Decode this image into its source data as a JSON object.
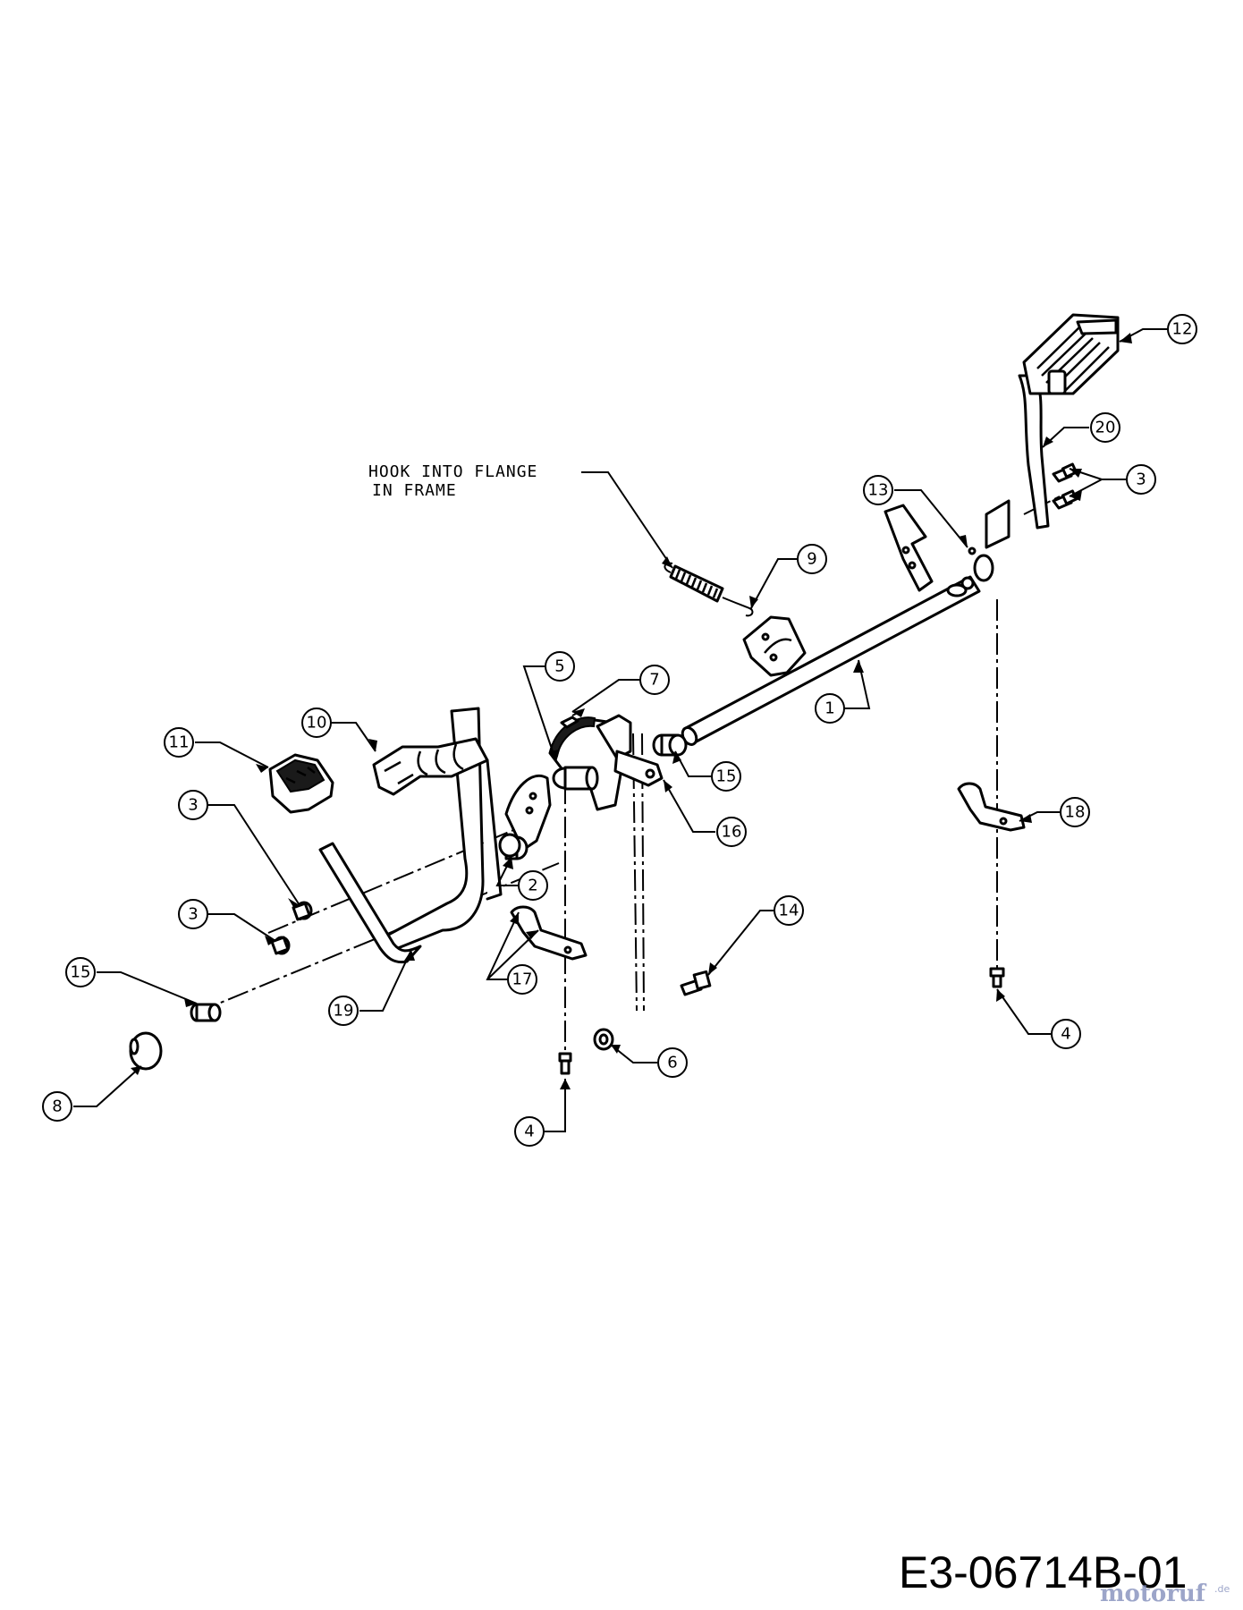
{
  "note": {
    "line1": "HOOK  INTO FLANGE",
    "line2": "IN FRAME"
  },
  "callouts": [
    {
      "id": "c1",
      "label": "1"
    },
    {
      "id": "c2",
      "label": "2"
    },
    {
      "id": "c3a",
      "label": "3"
    },
    {
      "id": "c3b",
      "label": "3"
    },
    {
      "id": "c3c",
      "label": "3"
    },
    {
      "id": "c4a",
      "label": "4"
    },
    {
      "id": "c4b",
      "label": "4"
    },
    {
      "id": "c5",
      "label": "5"
    },
    {
      "id": "c6",
      "label": "6"
    },
    {
      "id": "c7",
      "label": "7"
    },
    {
      "id": "c8",
      "label": "8"
    },
    {
      "id": "c9",
      "label": "9"
    },
    {
      "id": "c10",
      "label": "10"
    },
    {
      "id": "c11",
      "label": "11"
    },
    {
      "id": "c12",
      "label": "12"
    },
    {
      "id": "c13",
      "label": "13"
    },
    {
      "id": "c14",
      "label": "14"
    },
    {
      "id": "c15a",
      "label": "15"
    },
    {
      "id": "c15b",
      "label": "15"
    },
    {
      "id": "c16",
      "label": "16"
    },
    {
      "id": "c17",
      "label": "17"
    },
    {
      "id": "c18",
      "label": "18"
    },
    {
      "id": "c19",
      "label": "19"
    },
    {
      "id": "c20",
      "label": "20"
    }
  ],
  "drawing_id": "E3-06714B-01",
  "watermark": {
    "text": "motoruf",
    "suffix": ".de"
  }
}
